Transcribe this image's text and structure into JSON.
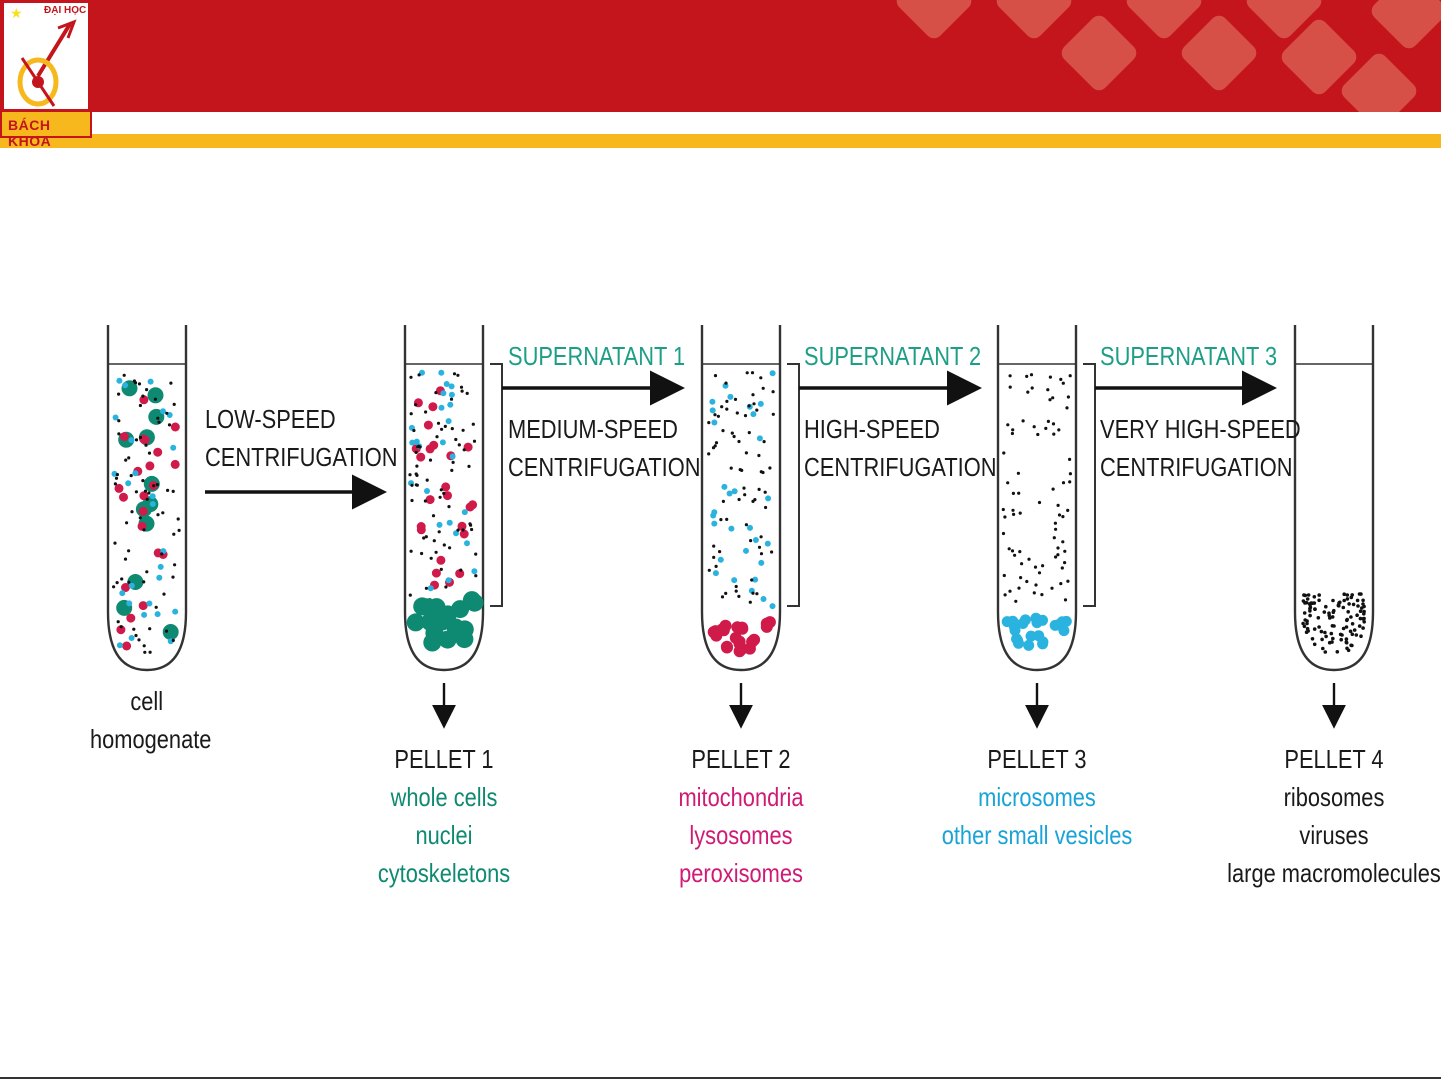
{
  "header": {
    "logo_top_text": "ĐẠI HỌC",
    "logo_bottom_text": "BÁCH KHOA",
    "colors": {
      "red": "#c4141c",
      "yellow": "#f6b81c",
      "diamond": "#db5a4f"
    }
  },
  "diagram": {
    "start": {
      "line1": "cell",
      "line2": "homogenate"
    },
    "step1": {
      "line1": "LOW-SPEED",
      "line2": "CENTRIFUGATION"
    },
    "step2": {
      "supernatant": "SUPERNATANT 1",
      "line1": "MEDIUM-SPEED",
      "line2": "CENTRIFUGATION"
    },
    "step3": {
      "supernatant": "SUPERNATANT 2",
      "line1": "HIGH-SPEED",
      "line2": "CENTRIFUGATION"
    },
    "step4": {
      "supernatant": "SUPERNATANT 3",
      "line1": "VERY HIGH-SPEED",
      "line2": "CENTRIFUGATION"
    },
    "pellets": [
      {
        "title": "PELLET 1",
        "items": [
          "whole cells",
          "nuclei",
          "cytoskeletons"
        ],
        "color": "#0f8a72"
      },
      {
        "title": "PELLET 2",
        "items": [
          "mitochondria",
          "lysosomes",
          "peroxisomes"
        ],
        "color": "#d01a74"
      },
      {
        "title": "PELLET 3",
        "items": [
          "microsomes",
          "other small vesicles"
        ],
        "color": "#1aa3d6"
      },
      {
        "title": "PELLET 4",
        "items": [
          "ribosomes",
          "viruses",
          "large macromolecules"
        ],
        "color": "#1a1a1a"
      }
    ],
    "particle_colors": {
      "nuclei": "#0f8a72",
      "mitochondria": "#d01a4a",
      "microsomes": "#2bb3e0",
      "macromolecules": "#111111"
    }
  }
}
